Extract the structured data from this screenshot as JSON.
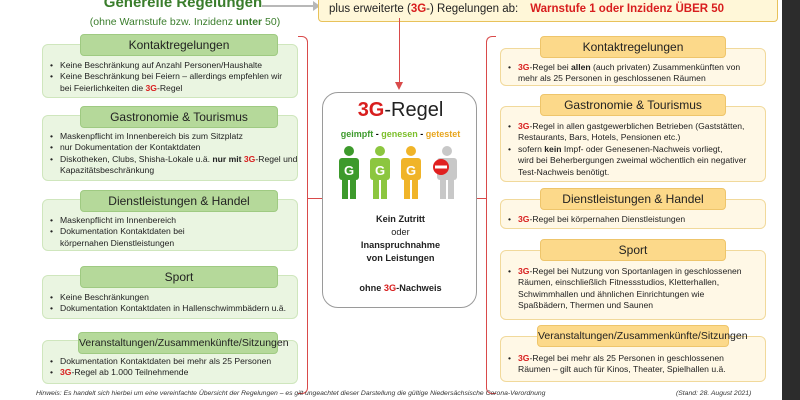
{
  "header": {
    "title": "Generelle Regelungen",
    "subtitle_pre": "(ohne Warnstufe bzw. Inzidenz ",
    "subtitle_bold": "unter",
    "subtitle_post": " 50)",
    "extended_pre": "plus erweiterte (",
    "extended_3g": "3G",
    "extended_mid": "-) Regelungen ab:",
    "extended_condition": "Warnstufe 1 oder Inzidenz ÜBER 50"
  },
  "left": [
    {
      "title": "Kontaktregelungen",
      "items": [
        "Keine Beschränkung auf Anzahl Personen/Haushalte",
        "Keine Beschränkung bei Feiern – allerdings empfehlen wir",
        "bei Feierlichkeiten die ",
        "3G",
        "-Regel"
      ]
    },
    {
      "title": "Gastronomie & Tourismus",
      "items": [
        "Maskenpflicht im Innenbereich bis zum Sitzplatz",
        "nur Dokumentation der Kontaktdaten",
        "Diskotheken, Clubs, Shisha-Lokale u.ä. ",
        "nur mit ",
        "3G",
        "-Regel und",
        "Kapazitätsbeschränkung"
      ]
    },
    {
      "title": "Dienstleistungen & Handel",
      "items": [
        "Maskenpflicht im Innenbereich",
        "Dokumentation Kontaktdaten bei",
        "körpernahen Dienstleistungen"
      ]
    },
    {
      "title": "Sport",
      "items": [
        "Keine Beschränkungen",
        "Dokumentation Kontaktdaten in Hallenschwimmbädern u.ä."
      ]
    },
    {
      "title": "Veranstaltungen/Zusammenkünfte/Sitzungen",
      "items": [
        "Dokumentation Kontaktdaten bei mehr als 25 Personen",
        "3G",
        "-Regel ab 1.000 Teilnehmende"
      ]
    }
  ],
  "center": {
    "title_3g": "3G",
    "title_rest": "-Regel",
    "geimpft": "geimpft",
    "sep1": " - ",
    "genesen": "genesen",
    "sep2": " - ",
    "getestet": "getestet",
    "figure_letters": [
      "G",
      "G",
      "G"
    ],
    "line1": "Kein Zutritt",
    "line2": "oder",
    "line3": "Inanspruchnahme",
    "line4": "von Leistungen",
    "bottom_pre": "ohne ",
    "bottom_3g": "3G",
    "bottom_post": "-Nachweis"
  },
  "right": [
    {
      "title": "Kontaktregelungen",
      "l1_3g": "3G",
      "l1_a": "-Regel bei ",
      "l1_b": "allen",
      "l1_c": " (auch privaten) Zusammenkünften von",
      "l2": "mehr als 25 Personen in geschlossenen Räumen"
    },
    {
      "title": "Gastronomie & Tourismus",
      "l1_3g": "3G",
      "l1": "-Regel in allen gastgewerblichen Betrieben (Gaststätten,",
      "l2": "Restaurants, Bars, Hotels, Pensionen etc.)",
      "l3_a": "sofern ",
      "l3_b": "kein",
      "l3_c": " Impf- oder Genesenen-Nachweis vorliegt,",
      "l4": "wird bei Beherbergungen zweimal wöchentlich ein negativer",
      "l5": "Test-Nachweis benötigt."
    },
    {
      "title": "Dienstleistungen & Handel",
      "l1_3g": "3G",
      "l1": "-Regel bei körpernahen Dienstleistungen"
    },
    {
      "title": "Sport",
      "l1_3g": "3G",
      "l1": "-Regel bei Nutzung von Sportanlagen in geschlossenen",
      "l2": "Räumen, einschließlich Fitnessstudios, Kletterhallen,",
      "l3": "Schwimmhallen und ähnlichen Einrichtungen wie",
      "l4": "Spaßbädern, Thermen und Saunen"
    },
    {
      "title": "Veranstaltungen/Zusammenkünfte/Sitzungen",
      "l1_3g": "3G",
      "l1": "-Regel bei mehr als 25 Personen in geschlossenen",
      "l2": "Räumen – gilt auch für Kinos, Theater, Spielhallen u.ä."
    }
  ],
  "footer": {
    "note": "Hinweis: Es handelt sich hierbei um eine vereinfachte Übersicht der Regelungen – es gilt ungeachtet dieser Darstellung die gültige Niedersächsische Corona-Verordnung",
    "date": "(Stand: 28. August 2021)"
  },
  "colors": {
    "green_header": "#b5d99a",
    "green_area": "#eaf5e1",
    "yellow_header": "#fcd98a",
    "yellow_area": "#fff8e6",
    "red": "#d81e1e",
    "title_green": "#3a7d2c"
  },
  "icons": [
    "3g-figures-icon",
    "no-entry-icon"
  ]
}
